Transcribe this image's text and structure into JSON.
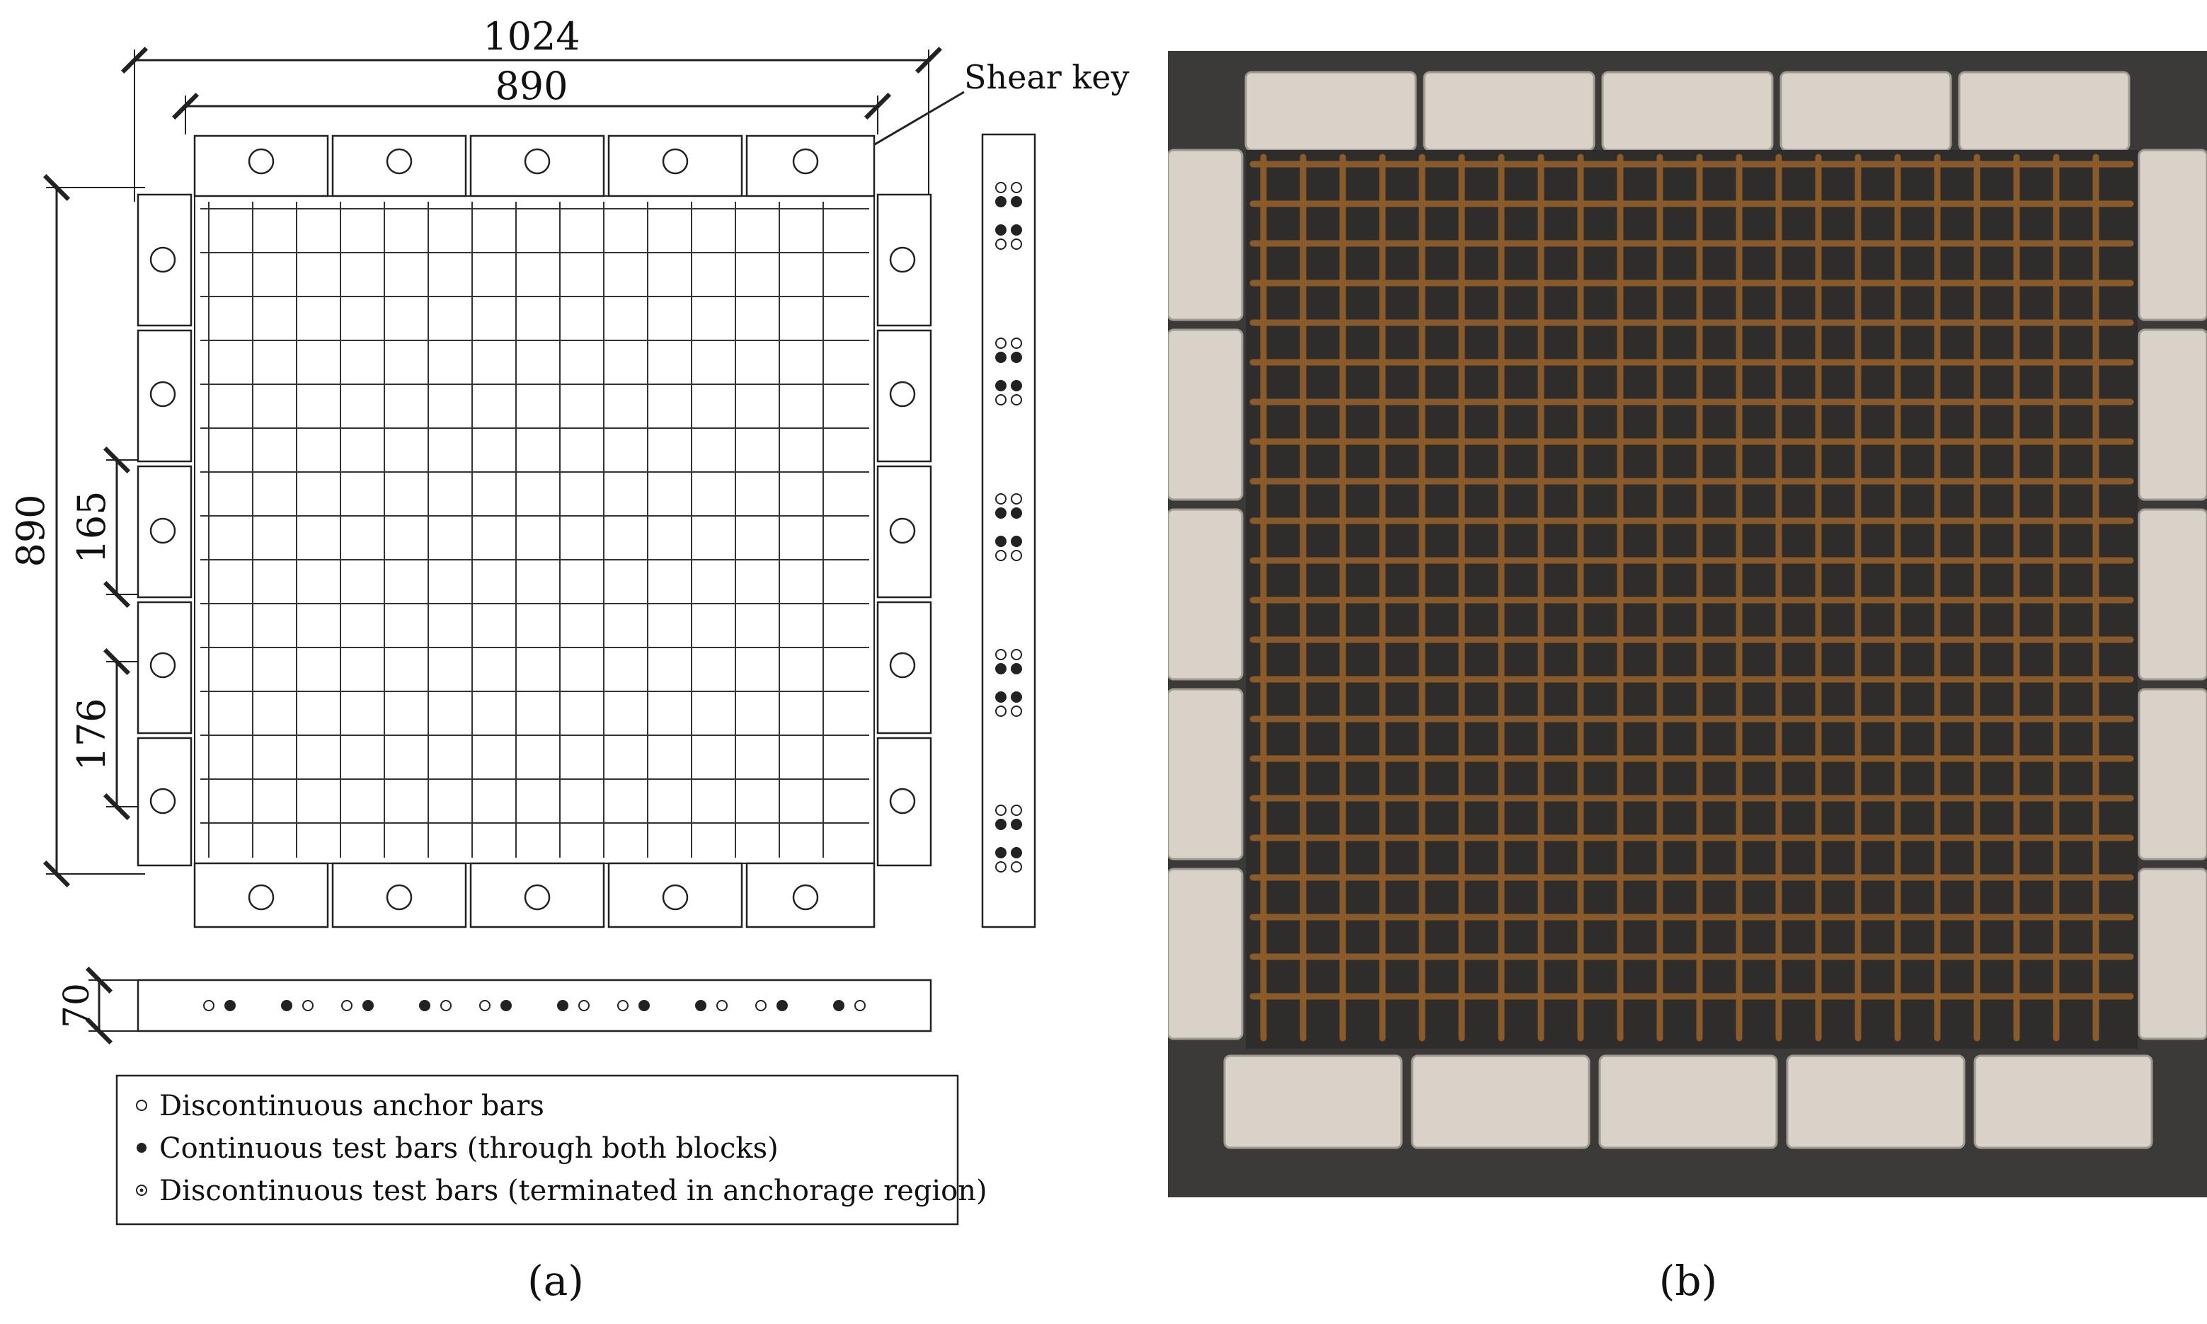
{
  "panel_a": {
    "caption": "(a)",
    "dimensions": {
      "overall_width": "1024",
      "inner_width": "890",
      "height": "890",
      "spacing_165": "165",
      "spacing_176": "176",
      "thickness": "70"
    },
    "callout_label": "Shear key",
    "legend": [
      {
        "symbol": "open-circle",
        "label": "Discontinuous anchor bars"
      },
      {
        "symbol": "filled-circle",
        "label": "Continuous test bars (through both blocks)"
      },
      {
        "symbol": "dotted-circle",
        "label": "Discontinuous test bars (terminated in anchorage region)"
      }
    ]
  },
  "panel_b": {
    "caption": "(b)"
  },
  "colors": {
    "line": "#222222",
    "rebar": "#8a5a2b",
    "concrete": "#d9d2c8",
    "steel_bg": "#3b3a38"
  }
}
